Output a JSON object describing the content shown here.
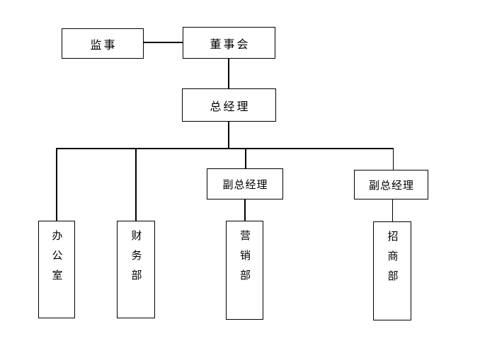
{
  "chart_type": "organization-chart",
  "colors": {
    "background": "#ffffff",
    "line": "#000000",
    "text": "#000000",
    "node_fill": "#ffffff"
  },
  "nodes": {
    "supervisor": {
      "label": "监事"
    },
    "board": {
      "label": "董事会"
    },
    "general_manager": {
      "label": "总经理"
    },
    "deputy_gm_left": {
      "label": "副总经理"
    },
    "deputy_gm_right": {
      "label": "副总经理"
    },
    "office": {
      "label": "办公室",
      "orientation": "vertical"
    },
    "finance": {
      "label": "财务部",
      "orientation": "vertical"
    },
    "marketing": {
      "label": "营销部",
      "orientation": "vertical"
    },
    "investment": {
      "label": "招商部",
      "orientation": "vertical"
    }
  },
  "edges": [
    {
      "from": "supervisor",
      "to": "board"
    },
    {
      "from": "board",
      "to": "general_manager"
    },
    {
      "from": "general_manager",
      "to": "office"
    },
    {
      "from": "general_manager",
      "to": "finance"
    },
    {
      "from": "general_manager",
      "to": "deputy_gm_left"
    },
    {
      "from": "general_manager",
      "to": "deputy_gm_right"
    },
    {
      "from": "deputy_gm_left",
      "to": "marketing"
    },
    {
      "from": "deputy_gm_right",
      "to": "investment"
    }
  ]
}
